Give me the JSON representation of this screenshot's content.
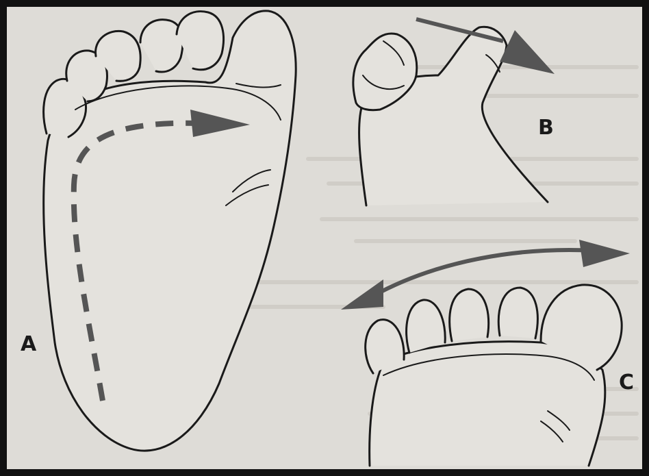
{
  "figure": {
    "panels": [
      {
        "id": "A",
        "label": "A",
        "arrow": "dashed-curved"
      },
      {
        "id": "B",
        "label": "B",
        "arrow": "straight"
      },
      {
        "id": "C",
        "label": "C",
        "arrow": "double-headed-curved"
      }
    ],
    "colors": {
      "paper": "#dedcd7",
      "ink": "#1a1a1a",
      "arrow": "#555555",
      "frame": "#111111",
      "ghost_text": "#c9c6bf"
    }
  }
}
